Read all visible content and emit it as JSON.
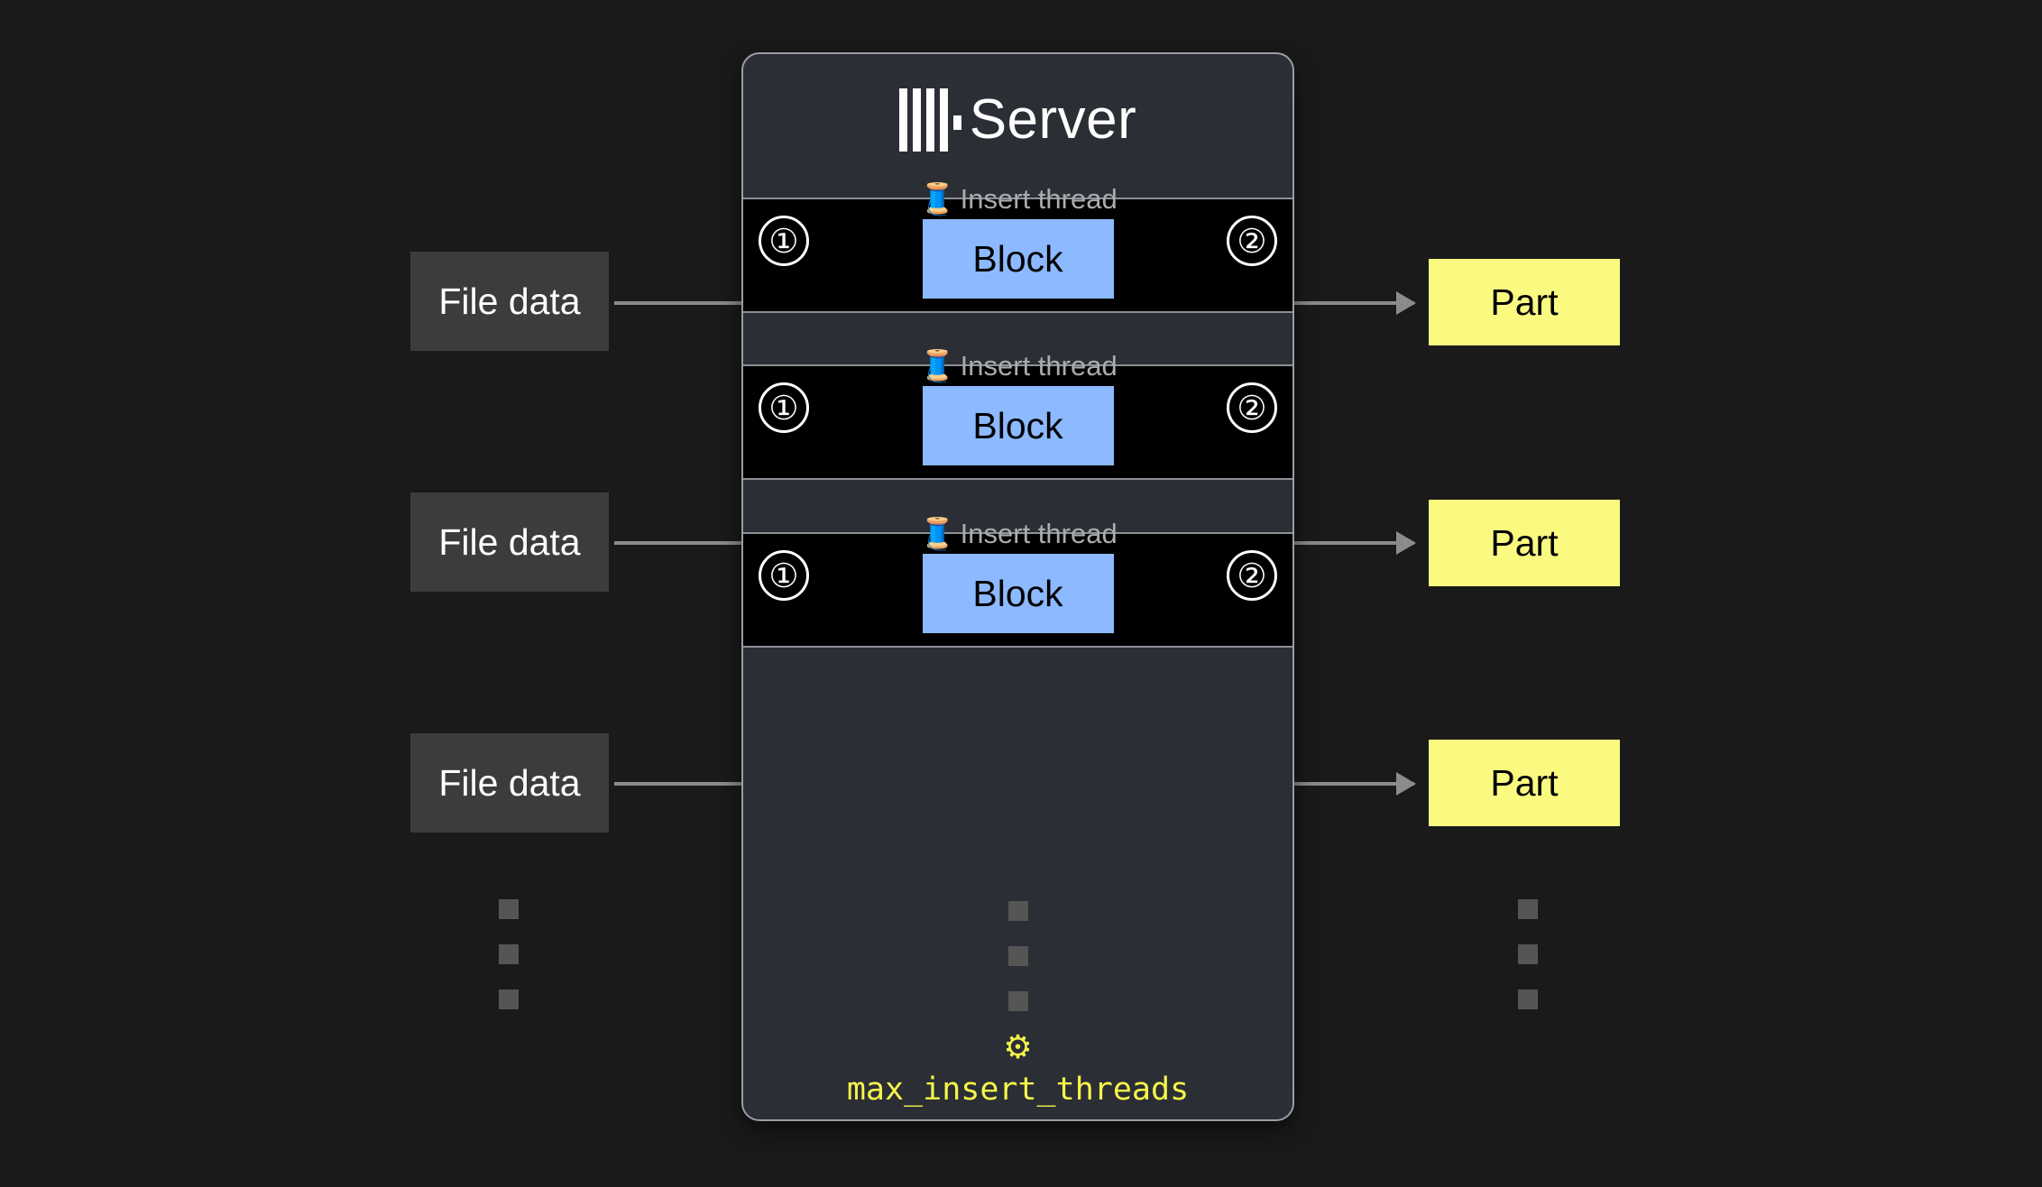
{
  "background_color": "#1a1a1a",
  "server": {
    "title": "Server",
    "logo_icon": "clickhouse-logo-icon",
    "panel_color": "#2b2e35",
    "border_color": "#9a9da3"
  },
  "thread_rows": [
    {
      "label": "Insert thread",
      "spool_icon": "🧵",
      "step_in": "①",
      "step_out": "②",
      "block_label": "Block",
      "block_color": "#8cb9ff",
      "input_label": "File data",
      "input_color": "#3c3c3c",
      "output_label": "Part",
      "output_color": "#fafa80"
    },
    {
      "label": "Insert thread",
      "spool_icon": "🧵",
      "step_in": "①",
      "step_out": "②",
      "block_label": "Block",
      "block_color": "#8cb9ff",
      "input_label": "File data",
      "input_color": "#3c3c3c",
      "output_label": "Part",
      "output_color": "#fafa80"
    },
    {
      "label": "Insert thread",
      "spool_icon": "🧵",
      "step_in": "①",
      "step_out": "②",
      "block_label": "Block",
      "block_color": "#8cb9ff",
      "input_label": "File data",
      "input_color": "#3c3c3c",
      "output_label": "Part",
      "output_color": "#fafa80"
    }
  ],
  "ellipsis": {
    "dot_color": "#555555",
    "dot_count": 3
  },
  "setting": {
    "gear_icon": "⚙",
    "name": "max_insert_threads",
    "color": "#f5f54a"
  }
}
